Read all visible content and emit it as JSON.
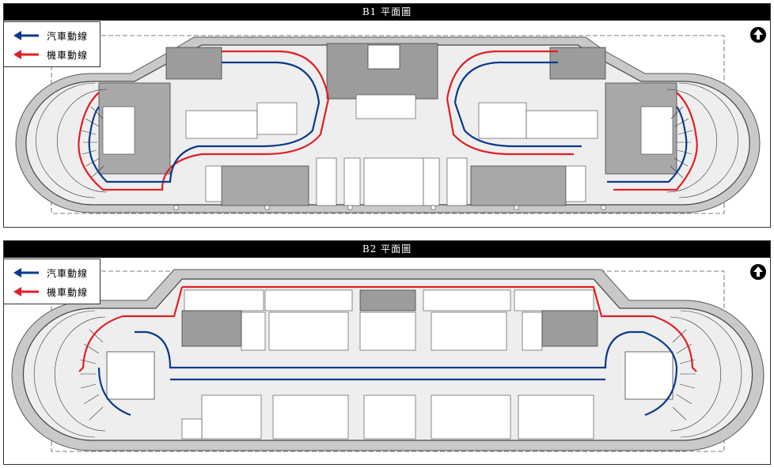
{
  "panels": [
    {
      "title": "B1 平面圖",
      "legend": [
        {
          "label": "汽車動線",
          "color": "#0b3a8c"
        },
        {
          "label": "機車動線",
          "color": "#e01f26"
        }
      ],
      "north_icon": "north-arrow-icon"
    },
    {
      "title": "B2 平面圖",
      "legend": [
        {
          "label": "汽車動線",
          "color": "#0b3a8c"
        },
        {
          "label": "機車動線",
          "color": "#e01f26"
        }
      ],
      "north_icon": "north-arrow-icon"
    }
  ],
  "colors": {
    "car_route": "#0b3a8c",
    "scooter_route": "#e01f26",
    "wall": "#8a8a8a",
    "core": "#9c9c9c",
    "floor": "#eeeeee"
  }
}
